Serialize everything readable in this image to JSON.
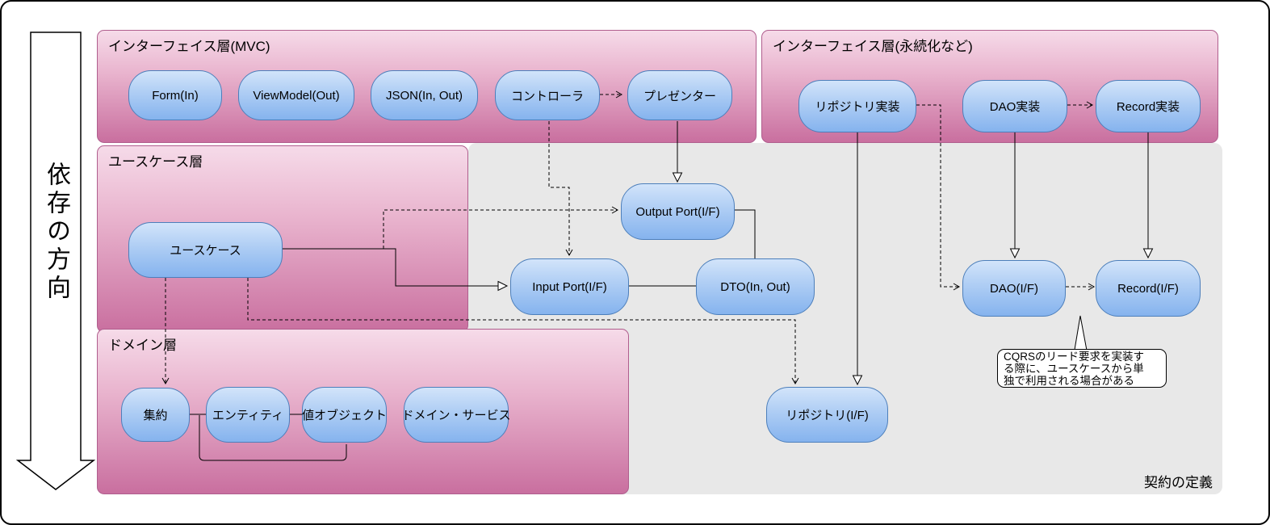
{
  "diagram": {
    "dependency_label": "依存の方向",
    "contract_label": "契約の定義",
    "regions": {
      "mvc": "インターフェイス層(MVC)",
      "persistence": "インターフェイス層(永続化など)",
      "usecase": "ユースケース層",
      "domain": "ドメイン層"
    },
    "nodes": {
      "form": "Form(In)",
      "viewmodel": "ViewModel(Out)",
      "json": "JSON(In, Out)",
      "controller": "コントローラ",
      "presenter": "プレゼンター",
      "repository_impl": "リポジトリ実装",
      "dao_impl": "DAO実装",
      "record_impl": "Record実装",
      "usecase": "ユースケース",
      "output_port": "Output Port(I/F)",
      "input_port": "Input Port(I/F)",
      "dto": "DTO(In, Out)",
      "dao_if": "DAO(I/F)",
      "record_if": "Record(I/F)",
      "repository_if": "リポジトリ(I/F)",
      "aggregate": "集約",
      "entity": "エンティティ",
      "value_object": "値オブジェクト",
      "domain_service": "ドメイン・サービス"
    },
    "callout": {
      "lines": [
        "CQRSのリード要求を実装す",
        "る際に、ユースケースから単",
        "独で利用される場合がある"
      ]
    },
    "colors": {
      "layer_pink_top": "#f6dbe9",
      "layer_pink_bottom": "#c96f9f",
      "layer_border": "#b05e8e",
      "node_blue_top": "#d2e4fa",
      "node_blue_bottom": "#85b3ee",
      "node_border": "#4d7fbb",
      "contract_gray": "#e8e8e8"
    }
  }
}
